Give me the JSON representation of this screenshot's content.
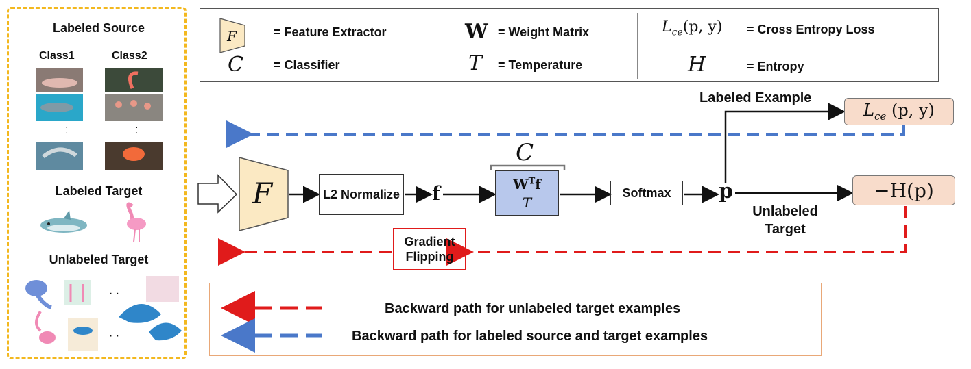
{
  "left_panel": {
    "labeled_source_title": "Labeled Source",
    "class1_label": "Class1",
    "class2_label": "Class2",
    "labeled_target_title": "Labeled Target",
    "unlabeled_target_title": "Unlabeled Target",
    "dots_vertical": "·\n·",
    "dots_horizontal": "·  ·"
  },
  "legend": {
    "F_symbol": "F",
    "F_text": "= Feature Extractor",
    "C_symbol": "C",
    "C_text": "= Classifier",
    "W_symbol": "W",
    "W_text": "= Weight Matrix",
    "T_symbol": "T",
    "T_text": "= Temperature",
    "Lce_symbol": "L",
    "Lce_sub": "ce",
    "Lce_args": "(p, y)",
    "Lce_text": "= Cross Entropy Loss",
    "H_symbol": "H",
    "H_text": "= Entropy"
  },
  "pipeline": {
    "F_label": "F",
    "l2_label": "L2 Normalize",
    "f_label": "f",
    "C_label": "C",
    "classifier_numerator": "W",
    "classifier_sup": "T",
    "classifier_f": "f",
    "classifier_denominator": "T",
    "softmax_label": "Softmax",
    "p_label": "p",
    "labeled_example_label": "Labeled Example",
    "unlabeled_target_label": "Unlabeled Target",
    "lce_loss_label": "(p, y)",
    "entropy_label": "−H(p)",
    "gradient_flipping_label": "Gradient Flipping"
  },
  "bottom_legend": {
    "red_text": "Backward path for unlabeled target examples",
    "blue_text": "Backward path for labeled source and target examples"
  },
  "colors": {
    "red": "#e01b1b",
    "blue": "#4a78c9",
    "yellow": "#f3b81f",
    "feature_fill": "#fbe9c3",
    "classifier_fill": "#b8c8ec",
    "loss_fill": "#f8dccb"
  }
}
